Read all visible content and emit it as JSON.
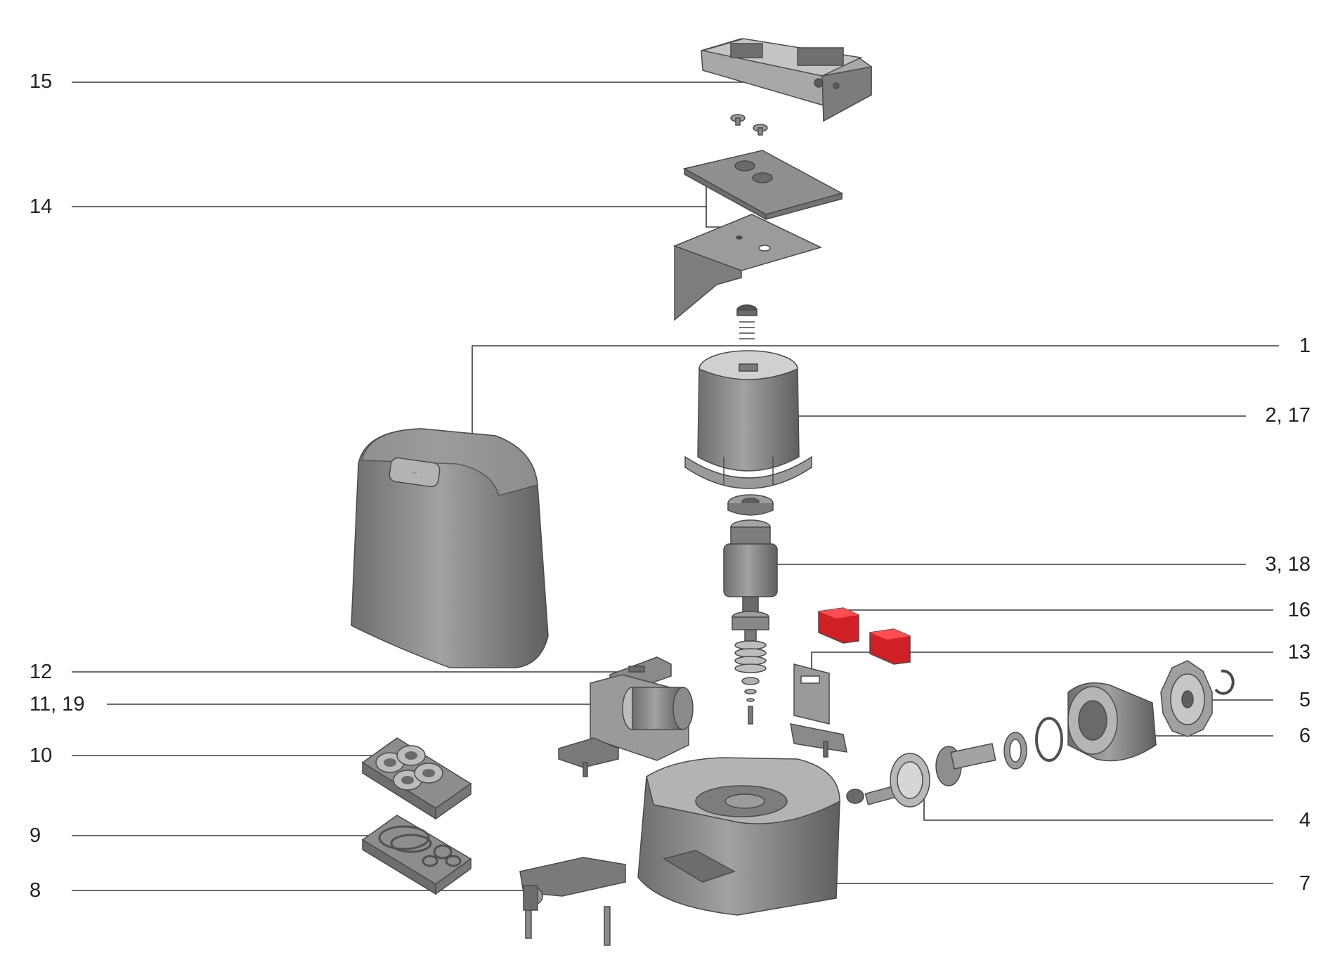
{
  "callouts": {
    "c15": "15",
    "c14": "14",
    "c1": "1",
    "c2_17": "2, 17",
    "c3_18": "3, 18",
    "c16": "16",
    "c12": "12",
    "c13": "13",
    "c11_19": "11, 19",
    "c5": "5",
    "c10": "10",
    "c6": "6",
    "c4": "4",
    "c9": "9",
    "c8": "8",
    "c7": "7"
  },
  "colors": {
    "part_fill": "#8f8f8f",
    "part_light": "#b2b2b2",
    "part_dark": "#626262",
    "highlight": "#e3262c"
  }
}
